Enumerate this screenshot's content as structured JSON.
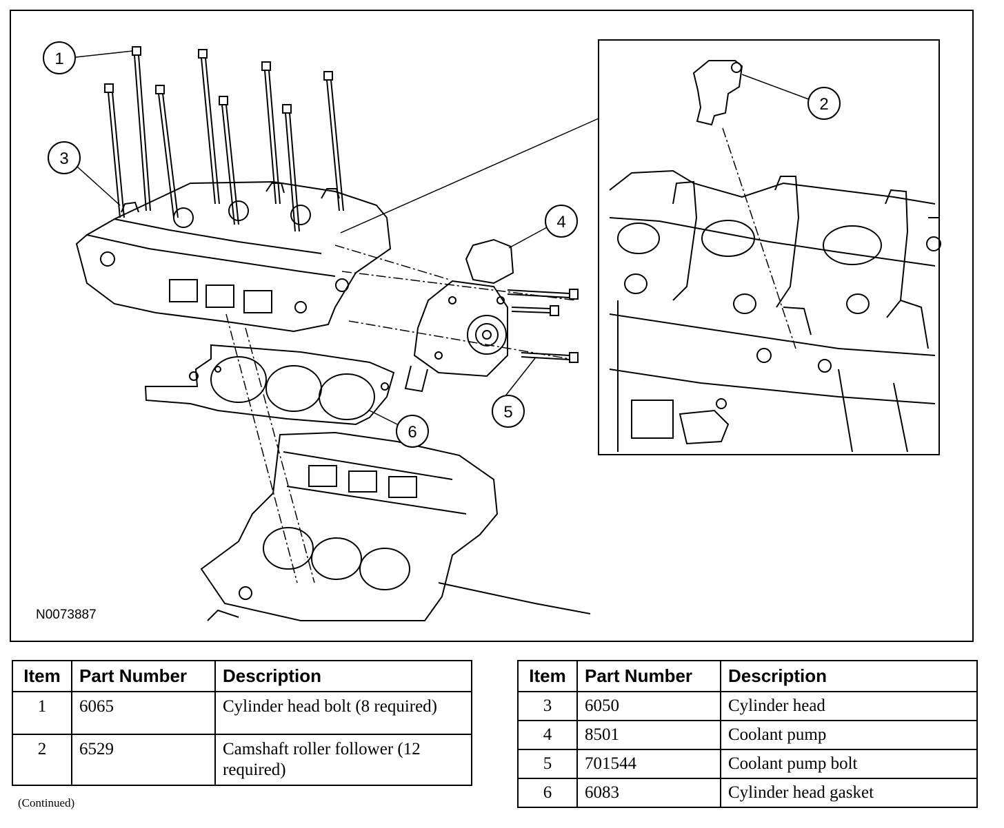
{
  "figure": {
    "id": "N0073887",
    "callouts": [
      "1",
      "2",
      "3",
      "4",
      "5",
      "6"
    ]
  },
  "table_left": {
    "headers": [
      "Item",
      "Part Number",
      "Description"
    ],
    "rows": [
      {
        "item": "1",
        "part": "6065",
        "desc": "Cylinder head bolt (8 required)"
      },
      {
        "item": "2",
        "part": "6529",
        "desc": "Camshaft roller follower (12 required)"
      }
    ]
  },
  "table_right": {
    "headers": [
      "Item",
      "Part Number",
      "Description"
    ],
    "rows": [
      {
        "item": "3",
        "part": "6050",
        "desc": "Cylinder head"
      },
      {
        "item": "4",
        "part": "8501",
        "desc": "Coolant pump"
      },
      {
        "item": "5",
        "part": "701544",
        "desc": "Coolant pump bolt"
      },
      {
        "item": "6",
        "part": "6083",
        "desc": "Cylinder head gasket"
      }
    ]
  },
  "footer": {
    "continued": "(Continued)"
  }
}
